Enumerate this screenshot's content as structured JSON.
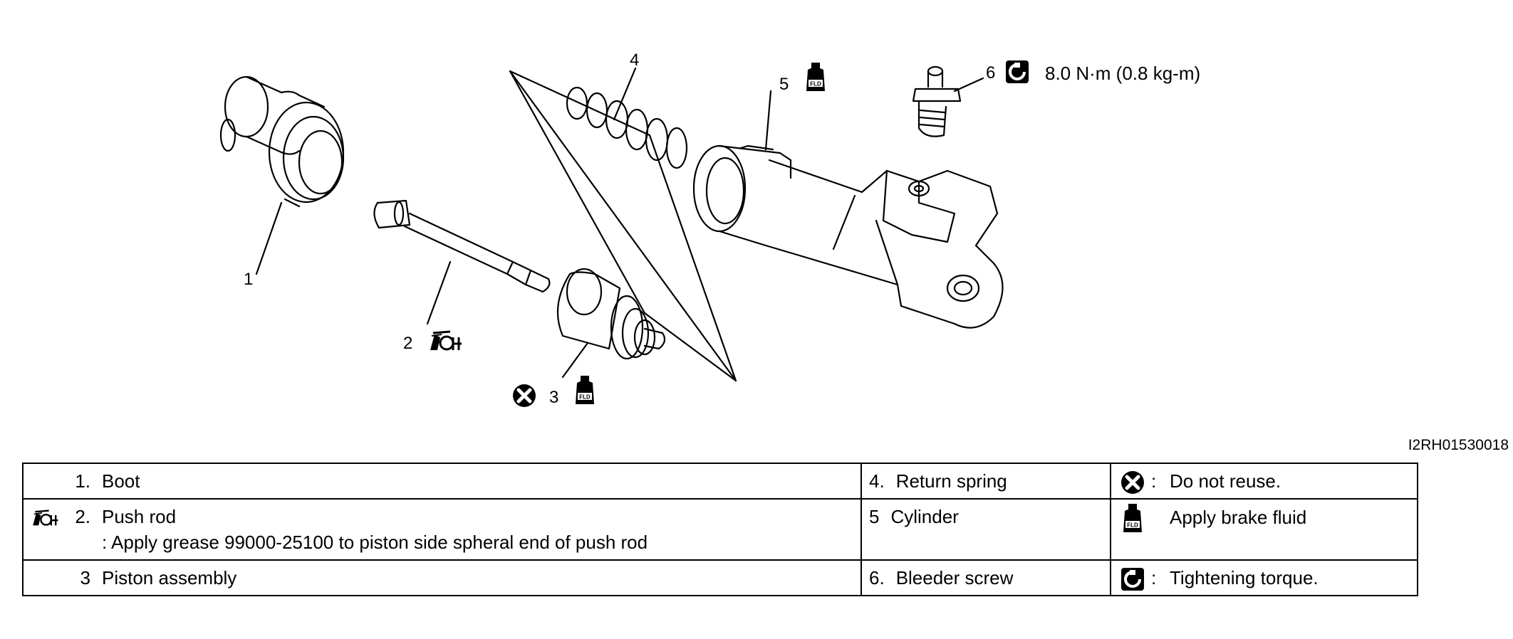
{
  "callouts": {
    "c1": "1",
    "c2": "2",
    "c3": "3",
    "c4": "4",
    "c5": "5",
    "c6": "6",
    "torque_value": "8.0 N·m (0.8 kg-m)"
  },
  "icons": {
    "grease": "grease-gun-icon",
    "no_reuse": "do-not-reuse-icon",
    "fluid": "brake-fluid-bottle-icon",
    "torque": "tightening-torque-icon",
    "fluid_label": "FLD"
  },
  "figure_id": "I2RH01530018",
  "legend": {
    "r1": {
      "num": "1.",
      "label": "Boot",
      "num2": "4.",
      "label2": "Return spring",
      "sym_colon": ":",
      "sym_text": "Do not reuse."
    },
    "r2": {
      "num": "2.",
      "label": "Push rod",
      "note": ": Apply grease 99000-25100 to piston side spheral end of push rod",
      "num2": "5",
      "label2": "Cylinder",
      "sym_text": "Apply brake fluid"
    },
    "r3": {
      "num": "3",
      "label": "Piston assembly",
      "num2": "6.",
      "label2": "Bleeder screw",
      "sym_colon": ":",
      "sym_text": "Tightening torque."
    }
  },
  "colors": {
    "line": "#000000",
    "background": "#ffffff"
  }
}
